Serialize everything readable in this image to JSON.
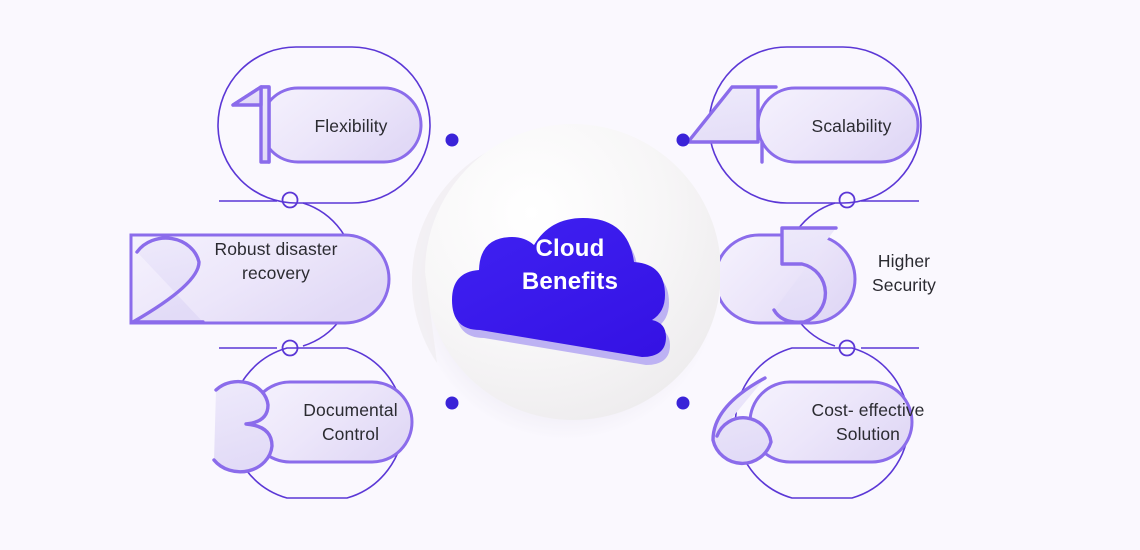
{
  "infographic": {
    "title": "Cloud Benefits",
    "center": {
      "line1": "Cloud",
      "line2": "Benefits",
      "icon": "cloud-icon",
      "cloud_color": "#3a1bee",
      "cloud_shadow_color": "#b9aef2",
      "disc_color": "#f3f1f2"
    },
    "background_color": "#faf8fe",
    "accent_color": "#6b4fe0",
    "dot_color": "#3a23d8",
    "pill_fill_from": "#f3effc",
    "pill_fill_to": "#e4ddf7",
    "text_color": "#2b2b31",
    "benefits": [
      {
        "number": "1",
        "label": "Flexibility",
        "side": "left"
      },
      {
        "number": "2",
        "label": "Robust disaster\nrecovery",
        "side": "left"
      },
      {
        "number": "3",
        "label": "Documental\nControl",
        "side": "left"
      },
      {
        "number": "4",
        "label": "Scalability",
        "side": "right"
      },
      {
        "number": "5",
        "label": "Higher\nSecurity",
        "side": "right"
      },
      {
        "number": "6",
        "label": "Cost- effective\nSolution",
        "side": "right"
      }
    ],
    "connector_dots": [
      {
        "name": "dot-top-left"
      },
      {
        "name": "dot-bottom-left"
      },
      {
        "name": "dot-top-right"
      },
      {
        "name": "dot-bottom-right"
      }
    ],
    "connector_rings": [
      {
        "name": "ring-left-upper"
      },
      {
        "name": "ring-left-lower"
      },
      {
        "name": "ring-right-upper"
      },
      {
        "name": "ring-right-lower"
      }
    ]
  }
}
